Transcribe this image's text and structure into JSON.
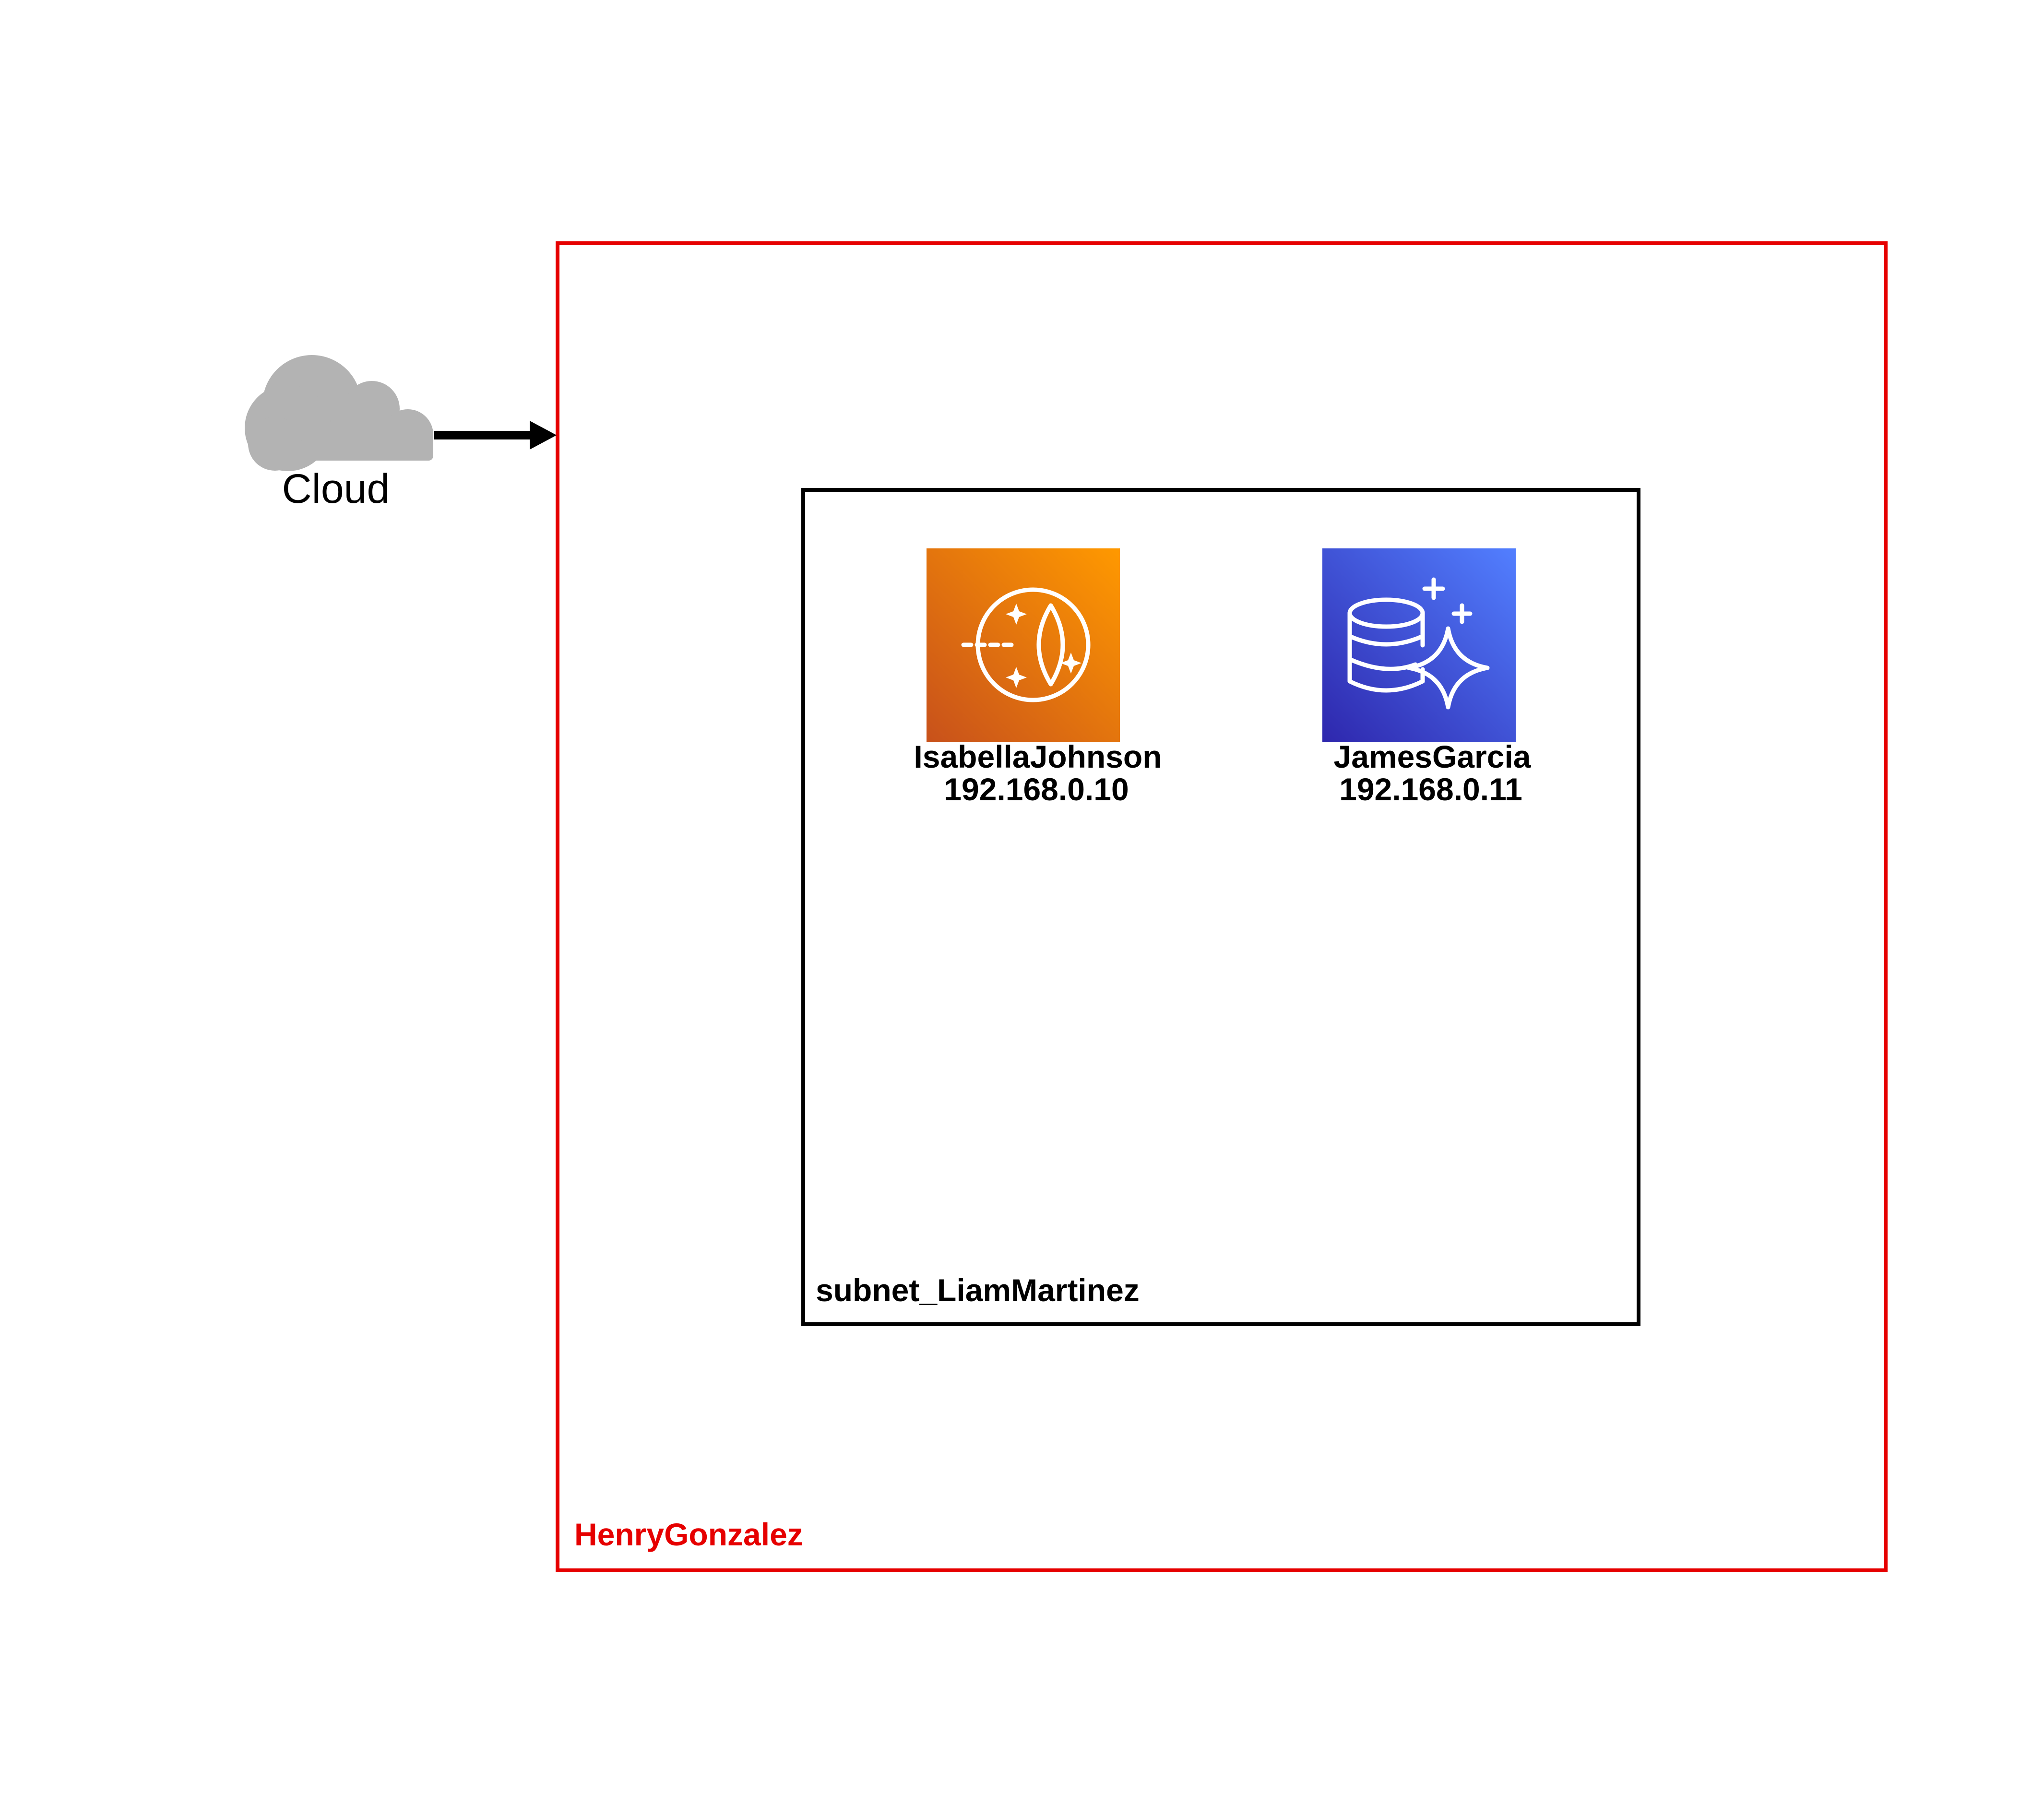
{
  "diagram": {
    "type": "network-architecture",
    "colors": {
      "vpc_border": "#e60000",
      "vpc_label": "#e60000",
      "subnet_border": "#000000",
      "cloud_fill": "#b3b3b3",
      "arrow": "#000000",
      "analytics_icon_gradient": [
        "#c8511b",
        "#ff9900"
      ],
      "database_icon_gradient": [
        "#2e27ad",
        "#527fff"
      ],
      "icon_glyph": "#ffffff"
    },
    "cloud": {
      "label": "Cloud",
      "icon": "cloud-icon"
    },
    "vpc": {
      "label": "HenryGonzalez"
    },
    "subnet": {
      "label": "subnet_LiamMartinez"
    },
    "nodes": [
      {
        "name": "IsabellaJohnson",
        "ip": "192.168.0.10",
        "icon": "analytics-service-icon"
      },
      {
        "name": "JamesGarcia",
        "ip": "192.168.0.11",
        "icon": "database-service-icon"
      }
    ],
    "edges": [
      {
        "from": "cloud",
        "to": "vpc",
        "style": "solid-arrow"
      }
    ]
  }
}
